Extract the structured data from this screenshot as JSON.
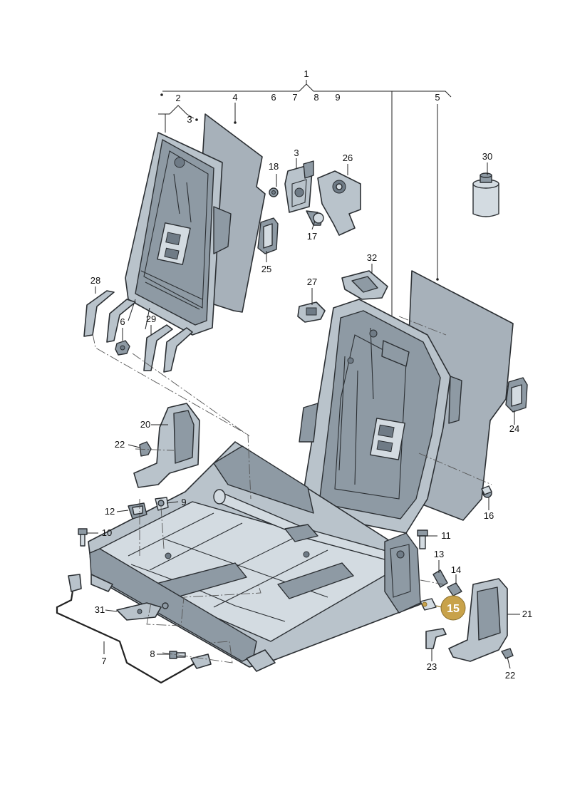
{
  "callouts": {
    "c1": "1",
    "c2": "2",
    "c3_top": "3",
    "c4": "4",
    "c5": "5",
    "c6_top": "6",
    "c7_top": "7",
    "c8_top": "8",
    "c9_top": "9",
    "c3": "3",
    "c26": "26",
    "c30": "30",
    "c18": "18",
    "c17": "17",
    "c25": "25",
    "c28": "28",
    "c6": "6",
    "c29": "29",
    "c32": "32",
    "c27": "27",
    "c24": "24",
    "c20": "20",
    "c22_left": "22",
    "c12": "12",
    "c9": "9",
    "c10": "10",
    "c11": "11",
    "c16": "16",
    "c13": "13",
    "c14": "14",
    "c21": "21",
    "c31": "31",
    "c7": "7",
    "c8": "8",
    "c23": "23",
    "c22_right": "22"
  },
  "highlight": {
    "label": "15",
    "color": "#c8a24a"
  }
}
